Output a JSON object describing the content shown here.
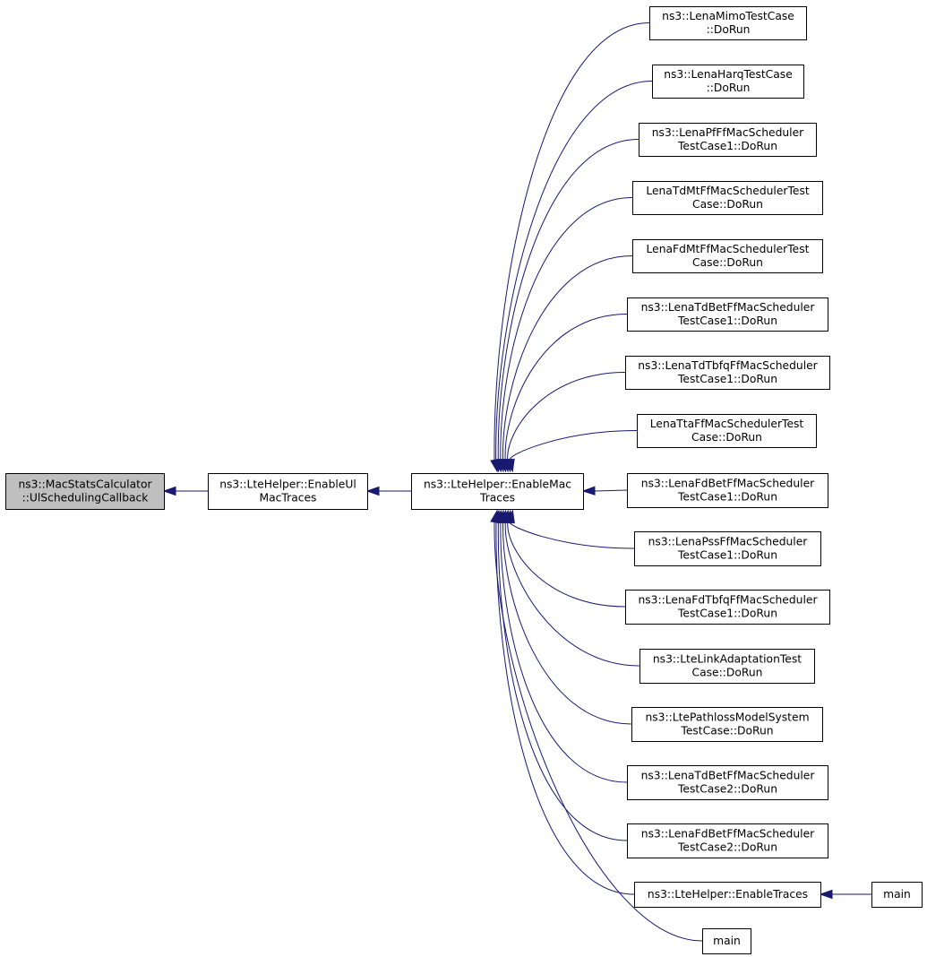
{
  "graph": {
    "nodes": [
      {
        "id": "mscalc",
        "lines": [
          "ns3::MacStatsCalculator",
          "::UlSchedulingCallback"
        ],
        "highlight": true
      },
      {
        "id": "enable_ul",
        "lines": [
          "ns3::LteHelper::EnableUl",
          "MacTraces"
        ]
      },
      {
        "id": "enable_mac",
        "lines": [
          "ns3::LteHelper::EnableMac",
          "Traces"
        ]
      },
      {
        "id": "mimo",
        "lines": [
          "ns3::LenaMimoTestCase",
          "::DoRun"
        ]
      },
      {
        "id": "harq",
        "lines": [
          "ns3::LenaHarqTestCase",
          "::DoRun"
        ]
      },
      {
        "id": "pfff",
        "lines": [
          "ns3::LenaPfFfMacScheduler",
          "TestCase1::DoRun"
        ]
      },
      {
        "id": "tdmt",
        "lines": [
          "LenaTdMtFfMacSchedulerTest",
          "Case::DoRun"
        ]
      },
      {
        "id": "fdmt",
        "lines": [
          "LenaFdMtFfMacSchedulerTest",
          "Case::DoRun"
        ]
      },
      {
        "id": "tdbet1",
        "lines": [
          "ns3::LenaTdBetFfMacScheduler",
          "TestCase1::DoRun"
        ]
      },
      {
        "id": "tdtbfq",
        "lines": [
          "ns3::LenaTdTbfqFfMacScheduler",
          "TestCase1::DoRun"
        ]
      },
      {
        "id": "tta",
        "lines": [
          "LenaTtaFfMacSchedulerTest",
          "Case::DoRun"
        ]
      },
      {
        "id": "fdbet1",
        "lines": [
          "ns3::LenaFdBetFfMacScheduler",
          "TestCase1::DoRun"
        ]
      },
      {
        "id": "pss",
        "lines": [
          "ns3::LenaPssFfMacScheduler",
          "TestCase1::DoRun"
        ]
      },
      {
        "id": "fdtbfq",
        "lines": [
          "ns3::LenaFdTbfqFfMacScheduler",
          "TestCase1::DoRun"
        ]
      },
      {
        "id": "linkadapt",
        "lines": [
          "ns3::LteLinkAdaptationTest",
          "Case::DoRun"
        ]
      },
      {
        "id": "pathloss",
        "lines": [
          "ns3::LtePathlossModelSystem",
          "TestCase::DoRun"
        ]
      },
      {
        "id": "tdbet2",
        "lines": [
          "ns3::LenaTdBetFfMacScheduler",
          "TestCase2::DoRun"
        ]
      },
      {
        "id": "fdbet2",
        "lines": [
          "ns3::LenaFdBetFfMacScheduler",
          "TestCase2::DoRun"
        ]
      },
      {
        "id": "enable_traces",
        "lines": [
          "ns3::LteHelper::EnableTraces"
        ]
      },
      {
        "id": "main_right",
        "lines": [
          "main"
        ]
      },
      {
        "id": "main_bottom",
        "lines": [
          "main"
        ]
      }
    ],
    "edges": [
      [
        "enable_ul",
        "mscalc"
      ],
      [
        "enable_mac",
        "enable_ul"
      ],
      [
        "mimo",
        "enable_mac"
      ],
      [
        "harq",
        "enable_mac"
      ],
      [
        "pfff",
        "enable_mac"
      ],
      [
        "tdmt",
        "enable_mac"
      ],
      [
        "fdmt",
        "enable_mac"
      ],
      [
        "tdbet1",
        "enable_mac"
      ],
      [
        "tdtbfq",
        "enable_mac"
      ],
      [
        "tta",
        "enable_mac"
      ],
      [
        "fdbet1",
        "enable_mac"
      ],
      [
        "pss",
        "enable_mac"
      ],
      [
        "fdtbfq",
        "enable_mac"
      ],
      [
        "linkadapt",
        "enable_mac"
      ],
      [
        "pathloss",
        "enable_mac"
      ],
      [
        "tdbet2",
        "enable_mac"
      ],
      [
        "fdbet2",
        "enable_mac"
      ],
      [
        "enable_traces",
        "enable_mac"
      ],
      [
        "main_bottom",
        "enable_mac"
      ],
      [
        "main_right",
        "enable_traces"
      ]
    ]
  },
  "colors": {
    "edge": "#191970",
    "node_border": "#000000",
    "node_fill": "#ffffff",
    "highlight_fill": "#bfbfbf"
  }
}
